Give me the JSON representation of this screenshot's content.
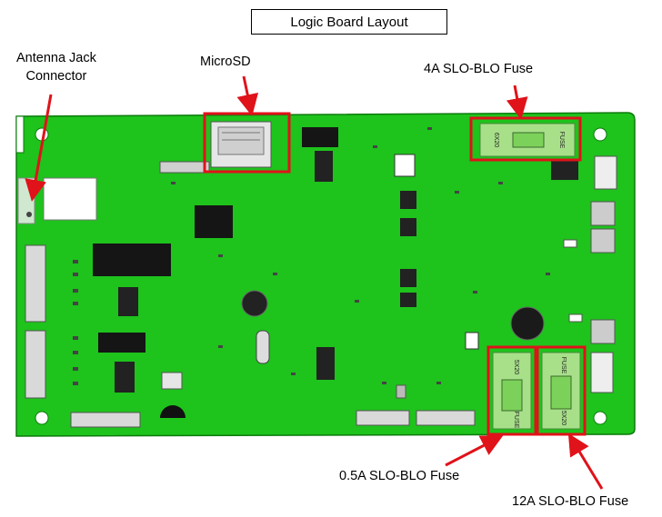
{
  "title": "Logic Board Layout",
  "callouts": {
    "antenna_line1": "Antenna Jack",
    "antenna_line2": "Connector",
    "microsd": "MicroSD",
    "fuse_4a": "4A SLO-BLO Fuse",
    "fuse_05a": "0.5A SLO-BLO Fuse",
    "fuse_12a": "12A SLO-BLO Fuse"
  },
  "fuse_labels": {
    "fuse": "FUSE",
    "size": "5X20",
    "size_top": "6X20"
  },
  "colors": {
    "board": "#1ec31c",
    "highlight": "#e0121a",
    "fuse_body": "#a8e08a"
  }
}
